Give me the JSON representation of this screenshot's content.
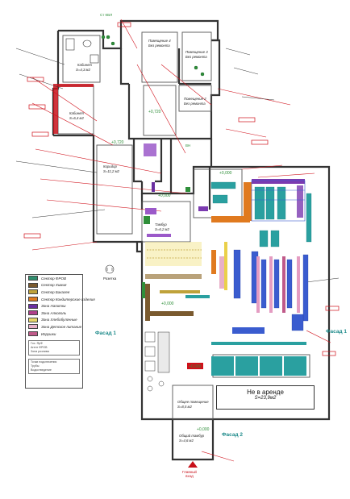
{
  "plan": {
    "not_for_rent_title": "Не в аренде",
    "not_for_rent_area": "S=23,9м2",
    "facade_1": "Фасад 1",
    "facade_1_right": "Фасад 1",
    "facade_2": "Фасад 2",
    "main_entrance_line1": "Главный",
    "main_entrance_line2": "вход",
    "rooms": [
      {
        "label": "Кабинет",
        "area": "S=4,3 м2"
      },
      {
        "label": "Помещение 4",
        "area": "Без ремонта"
      },
      {
        "label": "Помещение 3",
        "area": "Без ремонта"
      },
      {
        "label": "Помещение 2",
        "area": "Без ремонта"
      },
      {
        "label": "Кабинет",
        "area": "S=6,4 м2"
      },
      {
        "label": "Коридор",
        "area": "S=11,2 м2"
      },
      {
        "label": "Тамбур",
        "area": "S=6,2 м2"
      },
      {
        "label": "Общее помещение",
        "area": "S=8,5 м2"
      },
      {
        "label": "Общий тамбур",
        "area": "S=4,6 м2"
      }
    ],
    "level_marks": [
      "+0,720",
      "+0,720",
      "+0,000",
      "+0,000",
      "+0,000",
      "+0,000",
      "+0,000"
    ],
    "riser_label": "Ст КВЛ",
    "vent_label": "ВН",
    "rozetka_label": "Розетка"
  },
  "legend": {
    "items": [
      {
        "label": "Сектор ФРОВ",
        "color": "#2f8f6e"
      },
      {
        "label": "Сектор Химия",
        "color": "#7a5a2f"
      },
      {
        "label": "Сектор Бакалея",
        "color": "#bfa23a"
      },
      {
        "label": "Сектор Кондитерские изделия",
        "color": "#e07a1f"
      },
      {
        "label": "Зона Напитки",
        "color": "#6a2fa0"
      },
      {
        "label": "Зона Алкоголь",
        "color": "#b0408a"
      },
      {
        "label": "Зона Хлебобулочные",
        "color": "#e8d66a"
      },
      {
        "label": "Зона Детское питание",
        "color": "#e8b0c8"
      },
      {
        "label": "Игрушки",
        "color": "#c05a8a"
      }
    ],
    "box1": [
      "Гос. ЯрФ",
      "Агент ФРОВ",
      "Зона розлива"
    ],
    "box2": [
      "Точки подключения",
      "Трубы",
      "Водоотведение"
    ]
  },
  "colors": {
    "wall": "#333333",
    "teal_equipment": "#2aa0a0",
    "blue_equipment": "#3a5ccf",
    "orange_equipment": "#e07a1f",
    "purple_equipment": "#7b3ab0",
    "red_note": "#d0101a",
    "green_cabinet": "#2f8f3a",
    "pink": "#e49cc2",
    "yellow": "#ead04a"
  }
}
